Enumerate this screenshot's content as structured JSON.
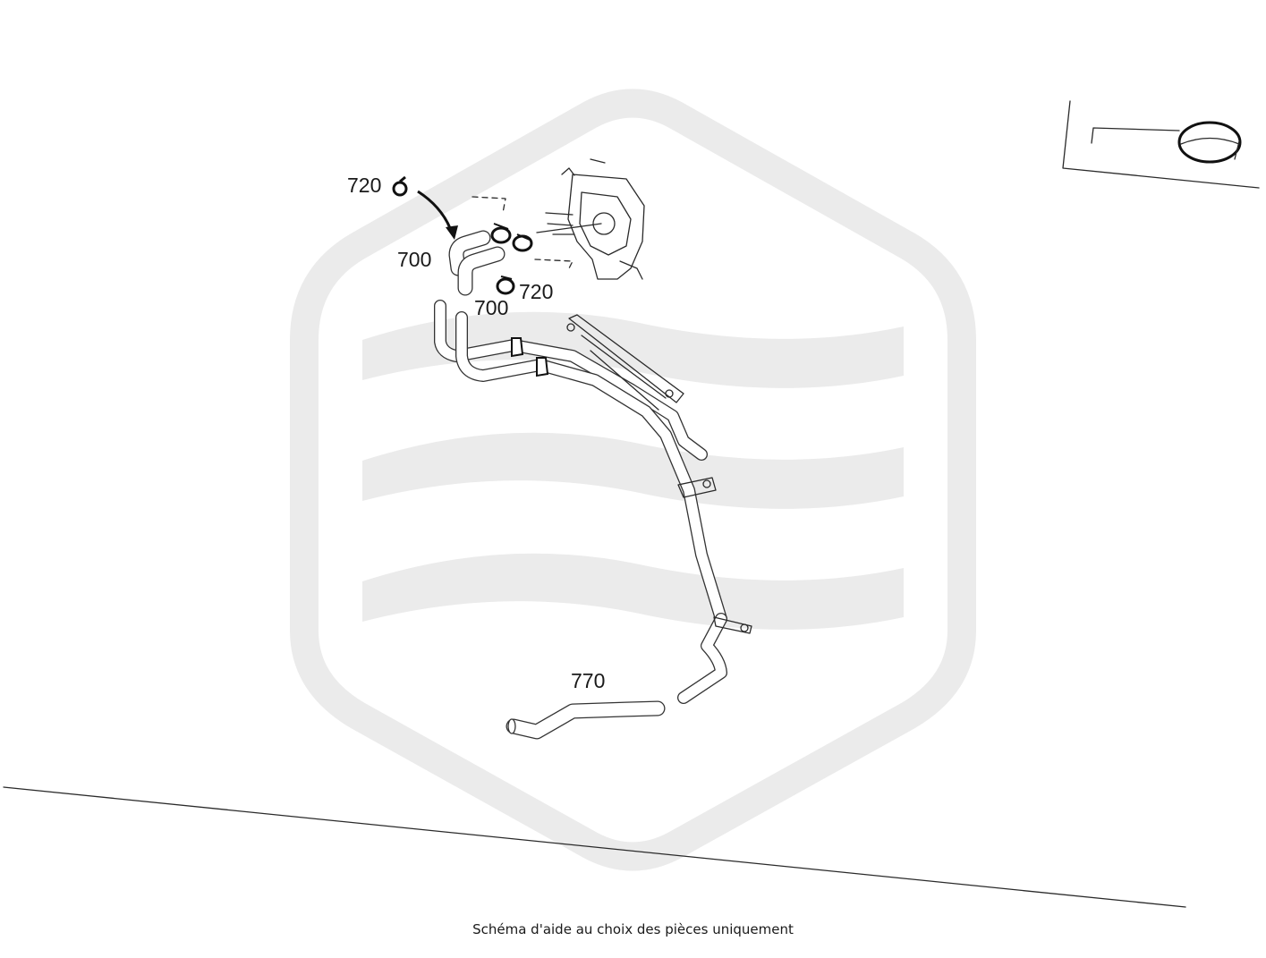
{
  "diagram": {
    "callouts": [
      {
        "id": "c720a",
        "text": "720"
      },
      {
        "id": "c700a",
        "text": "700"
      },
      {
        "id": "c700b",
        "text": "700"
      },
      {
        "id": "c720b",
        "text": "720"
      },
      {
        "id": "c770",
        "text": "770"
      }
    ],
    "caption": "Schéma d'aide au choix des pièces uniquement",
    "watermark_color": "#ebebeb",
    "line_color": "#2a2a2a"
  }
}
